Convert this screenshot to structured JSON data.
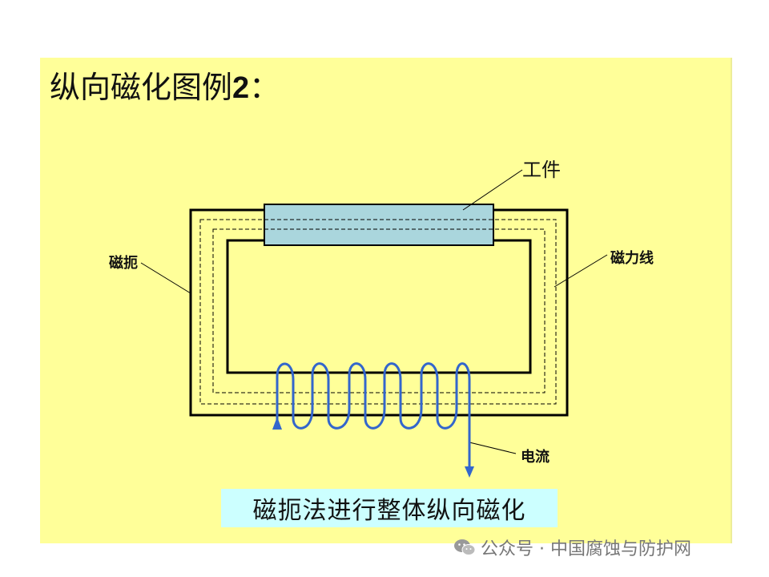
{
  "slide": {
    "title_text": "纵向磁化图例",
    "title_num": "2",
    "title_colon": "："
  },
  "labels": {
    "workpiece": "工件",
    "yoke": "磁扼",
    "flux_lines": "磁力线",
    "current": "电流"
  },
  "caption": "磁扼法进行整体纵向磁化",
  "watermark": {
    "text": "公众号 · 中国腐蚀与防护网",
    "icon": "wechat-icon"
  },
  "colors": {
    "slide_bg": "#FFFF99",
    "workpiece_fill": "#AAD6DD",
    "coil": "#3366CC",
    "caption_bg": "#CCFFFF"
  }
}
